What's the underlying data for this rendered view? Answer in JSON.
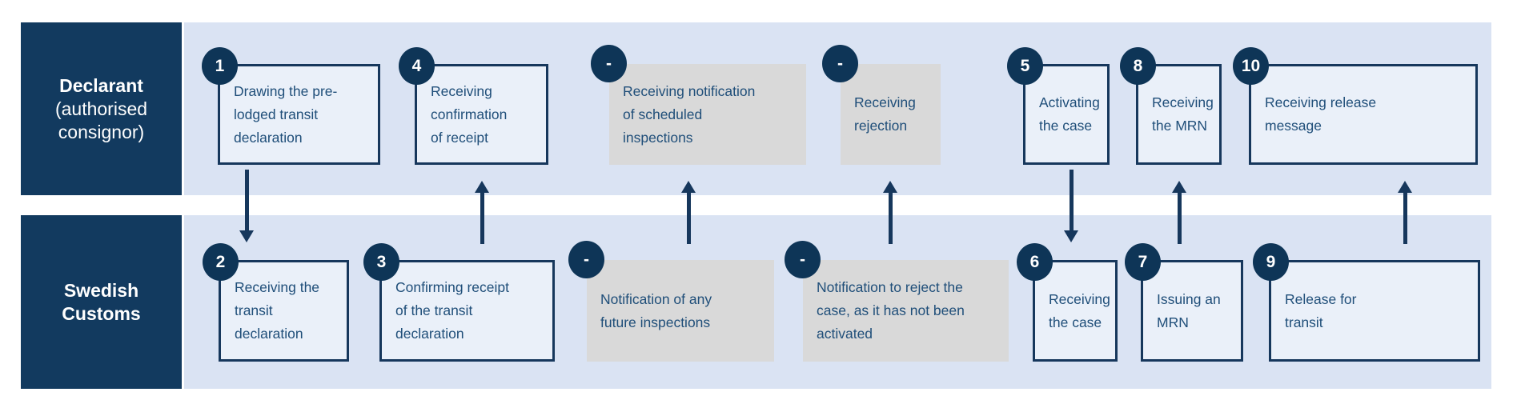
{
  "lanes": {
    "declarant": {
      "title": "Declarant",
      "subtitle": "(authorised\nconsignor)"
    },
    "customs": {
      "title": "Swedish\nCustoms",
      "subtitle": ""
    }
  },
  "steps": [
    {
      "badge": "1",
      "lane": "declarant",
      "text": "Drawing the pre-\nlodged transit\ndeclaration"
    },
    {
      "badge": "4",
      "lane": "declarant",
      "text": "Receiving\nconfirmation\nof receipt"
    },
    {
      "badge": "-",
      "lane": "declarant",
      "text": "Receiving notification\nof scheduled\ninspections"
    },
    {
      "badge": "-",
      "lane": "declarant",
      "text": "Receiving\nrejection"
    },
    {
      "badge": "5",
      "lane": "declarant",
      "text": "Activating\nthe case"
    },
    {
      "badge": "8",
      "lane": "declarant",
      "text": "Receiving\nthe MRN"
    },
    {
      "badge": "10",
      "lane": "declarant",
      "text": "Receiving release\nmessage"
    },
    {
      "badge": "2",
      "lane": "customs",
      "text": "Receiving the\ntransit\ndeclaration"
    },
    {
      "badge": "3",
      "lane": "customs",
      "text": "Confirming receipt\nof the transit\ndeclaration"
    },
    {
      "badge": "-",
      "lane": "customs",
      "text": "Notification of any\nfuture inspections"
    },
    {
      "badge": "-",
      "lane": "customs",
      "text": "Notification to reject the\ncase, as it has not been\nactivated"
    },
    {
      "badge": "6",
      "lane": "customs",
      "text": "Receiving\nthe case"
    },
    {
      "badge": "7",
      "lane": "customs",
      "text": "Issuing an\nMRN"
    },
    {
      "badge": "9",
      "lane": "customs",
      "text": "Release for\ntransit"
    }
  ],
  "colors": {
    "navy": "#123A5F",
    "badge_navy": "#0E3557",
    "lane_blue": "#DAE3F3",
    "box_fill": "#EAF0F9",
    "gray_box": "#D9D9D9",
    "box_text": "#1F4E79",
    "background": "#FFFFFF"
  }
}
